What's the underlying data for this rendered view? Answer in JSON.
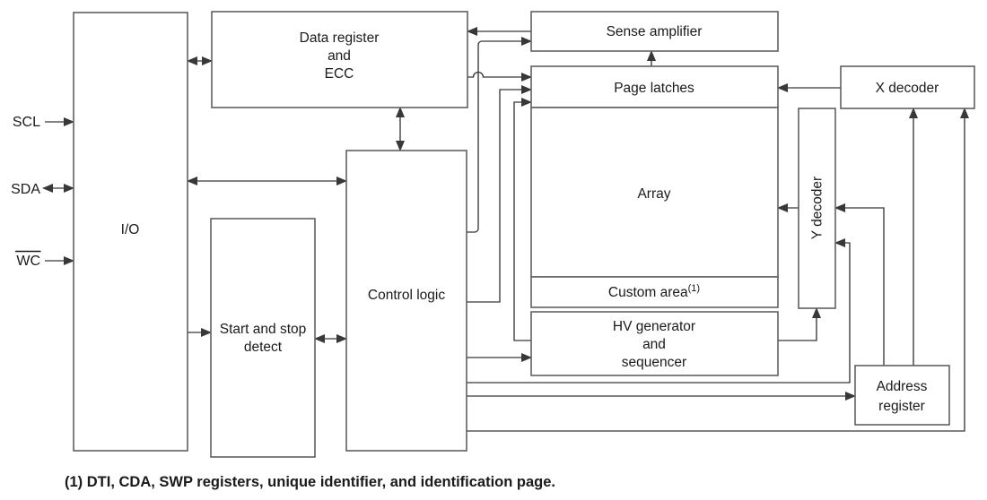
{
  "signals": {
    "scl": {
      "label": "SCL",
      "direction": "input"
    },
    "sda": {
      "label": "SDA",
      "direction": "bidirectional"
    },
    "wc": {
      "label": "WC",
      "direction": "input",
      "overline": true
    }
  },
  "blocks": {
    "io": {
      "label": "I/O"
    },
    "data_register": {
      "lines": [
        "Data register",
        "and",
        "ECC"
      ]
    },
    "sense_amplifier": {
      "label": "Sense amplifier"
    },
    "page_latches": {
      "label": "Page latches"
    },
    "array": {
      "label": "Array"
    },
    "custom_area": {
      "label": "Custom area",
      "superscript": "(1)"
    },
    "hv_generator": {
      "lines": [
        "HV generator",
        "and",
        "sequencer"
      ]
    },
    "control_logic": {
      "label": "Control logic"
    },
    "start_stop_detect": {
      "lines": [
        "Start and stop",
        "detect"
      ]
    },
    "x_decoder": {
      "label": "X decoder"
    },
    "y_decoder": {
      "label": "Y decoder"
    },
    "address_register": {
      "lines": [
        "Address",
        "register"
      ]
    }
  },
  "footnote": {
    "text": "(1) DTI, CDA, SWP registers, unique identifier, and identification page."
  },
  "theme": {
    "background": "#ffffff",
    "box_fill": "#ffffff",
    "box_stroke": "#606060",
    "line_color": "#383838",
    "text_color": "#1a1a1a"
  }
}
